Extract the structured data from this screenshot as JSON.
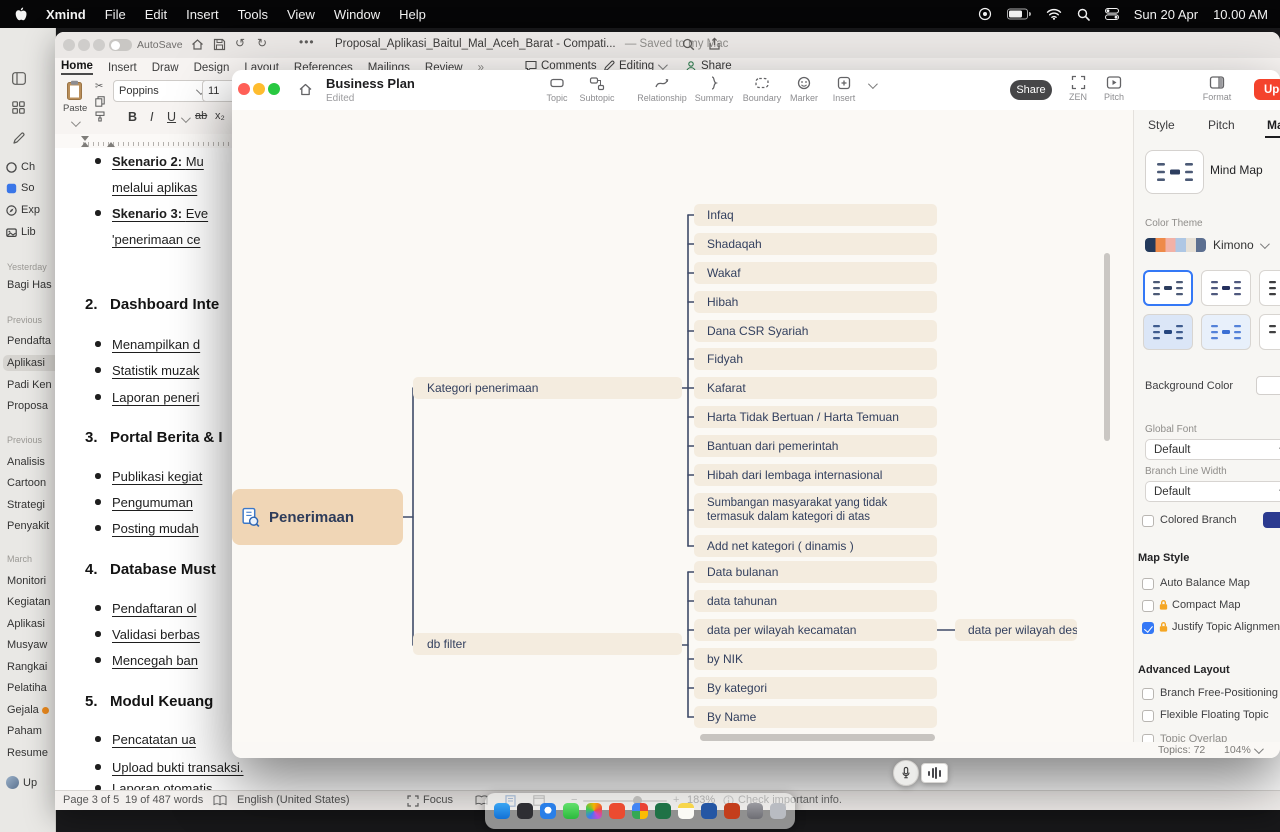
{
  "menu_bar": {
    "app_name": "Xmind",
    "menus": [
      "File",
      "Edit",
      "Insert",
      "Tools",
      "View",
      "Window",
      "Help"
    ],
    "date": "Sun 20 Apr",
    "time": "10.00 AM"
  },
  "sidebar": {
    "top_items": [
      {
        "label": "Ch"
      },
      {
        "label": "So"
      },
      {
        "label": "Exp"
      },
      {
        "label": "Lib"
      }
    ],
    "groups": [
      {
        "header": "Yesterday",
        "items": [
          {
            "label": "Bagi Has"
          }
        ]
      },
      {
        "header": "Previous",
        "items": [
          {
            "label": "Pendafta"
          },
          {
            "label": "Aplikasi"
          },
          {
            "label": "Padi Ken"
          },
          {
            "label": "Proposa"
          }
        ]
      },
      {
        "header": "Previous",
        "items": [
          {
            "label": "Analisis"
          },
          {
            "label": "Cartoon"
          },
          {
            "label": "Strategi"
          },
          {
            "label": "Penyakit"
          }
        ]
      },
      {
        "header": "March",
        "items": [
          {
            "label": "Monitori"
          },
          {
            "label": "Kegiatan"
          },
          {
            "label": "Aplikasi"
          },
          {
            "label": "Musyaw"
          },
          {
            "label": "Rangkai"
          },
          {
            "label": "Pelatiha"
          },
          {
            "label": "Gejala"
          },
          {
            "label": "Paham"
          },
          {
            "label": "Resume"
          }
        ]
      }
    ],
    "account_label": "Up"
  },
  "word": {
    "titlebar": {
      "autosave": "AutoSave",
      "title": "Proposal_Aplikasi_Baitul_Mal_Aceh_Barat  -  Compati...",
      "saved_status": "— Saved to my Mac"
    },
    "tabs": [
      "Home",
      "Insert",
      "Draw",
      "Design",
      "Layout",
      "References",
      "Mailings",
      "Review"
    ],
    "tabs_overflow": "»",
    "actions": {
      "comments": "Comments",
      "editing": "Editing",
      "share": "Share"
    },
    "controls": {
      "paste": "Paste",
      "font_name": "Poppins",
      "font_size": "11",
      "bold": "B",
      "italic": "I",
      "underline": "U",
      "strikethrough": "ab",
      "subscript": "x₂"
    },
    "document": {
      "lines": [
        {
          "prefix": "Skenario 2: ",
          "text": "Mu"
        },
        {
          "text": "melalui aplikas"
        },
        {
          "prefix": "Skenario 3: ",
          "text": "Eve"
        },
        {
          "text": "'penerimaan ce"
        },
        {
          "num": "2.",
          "text": "Dashboard Inte"
        },
        {
          "text": "Menampilkan d"
        },
        {
          "text": "Statistik muzak"
        },
        {
          "text": "Laporan peneri"
        },
        {
          "num": "3.",
          "text": "Portal Berita & I"
        },
        {
          "text": "Publikasi kegiat"
        },
        {
          "text": "Pengumuman"
        },
        {
          "text": "Posting mudah"
        },
        {
          "num": "4.",
          "text": "Database Must"
        },
        {
          "text": "Pendaftaran ol"
        },
        {
          "text": "Validasi berbas"
        },
        {
          "text": "Mencegah ban"
        },
        {
          "num": "5.",
          "text": "Modul Keuang"
        },
        {
          "text": "Pencatatan ua"
        },
        {
          "text": "Upload bukti transaksi."
        },
        {
          "text": "Laporan otomatis"
        }
      ]
    },
    "status_bar": {
      "page": "Page 3 of 5",
      "words": "19 of 487 words",
      "language": "English (United States)",
      "focus": "Focus",
      "zoom_out": "−",
      "zoom_in": "+",
      "zoom": "183%",
      "notice": "Check important info."
    }
  },
  "xmind": {
    "titlebar": {
      "title": "Business Plan",
      "edited": "Edited",
      "share": "Share",
      "zen": "ZEN",
      "pitch": "Pitch",
      "format": "Format",
      "upgrade": "Upgrade"
    },
    "toolbar": [
      {
        "label": "Topic"
      },
      {
        "label": "Subtopic"
      },
      {
        "label": "Relationship"
      },
      {
        "label": "Summary"
      },
      {
        "label": "Boundary"
      },
      {
        "label": "Marker"
      },
      {
        "label": "Insert"
      }
    ],
    "panel": {
      "tabs": [
        {
          "label": "Style"
        },
        {
          "label": "Pitch"
        },
        {
          "label": "Map"
        }
      ],
      "map_type": "Mind Map",
      "color_theme_label": "Color Theme",
      "theme_name": "Kimono",
      "background_color_label": "Background Color",
      "global_font_label": "Global Font",
      "global_font_value": "Default",
      "branch_line_width_label": "Branch Line Width",
      "branch_line_width_value": "Default",
      "colored_branch_label": "Colored Branch",
      "map_style_label": "Map Style",
      "auto_balance_label": "Auto Balance Map",
      "compact_map_label": "Compact Map",
      "justify_label": "Justify Topic Alignment",
      "advanced_label": "Advanced Layout",
      "free_positioning_label": "Branch Free-Positioning",
      "flexible_floating_label": "Flexible Floating Topic",
      "topic_overlap_label": "Topic Overlap",
      "topics_count": "Topics: 72",
      "zoom": "104%"
    },
    "mindmap": {
      "root": "Penerimaan",
      "branch1": {
        "label": "Kategori penerimaan",
        "children": [
          "Infaq",
          "Shadaqah",
          "Wakaf",
          "Hibah",
          "Dana CSR Syariah",
          "Fidyah",
          "Kafarat",
          "Harta Tidak Bertuan / Harta Temuan",
          "Bantuan dari pemerintah",
          "Hibah dari lembaga internasional",
          "Sumbangan masyarakat yang tidak termasuk dalam kategori di atas",
          "Add net kategori ( dinamis )"
        ]
      },
      "branch2": {
        "label": "db filter",
        "children": [
          "Data bulanan",
          "data tahunan",
          "data per wilayah kecamatan",
          "by NIK",
          "By kategori",
          "By Name"
        ]
      },
      "grandchild": "data per wilayah desa"
    },
    "colors": {
      "accent_blue": "#3478f6",
      "upgrade_red": "#f4432c",
      "topic_beige": "#f4ecdf",
      "root_tan": "#f0d6b6",
      "branch_line": "#3f4b68",
      "lock_orange": "#f5a623"
    }
  },
  "dock": {
    "apps": [
      "finder",
      "launchpad",
      "safari",
      "messages",
      "photos",
      "xmind",
      "chrome",
      "excel",
      "notes",
      "word",
      "powerpoint",
      "settings",
      "trash"
    ]
  }
}
